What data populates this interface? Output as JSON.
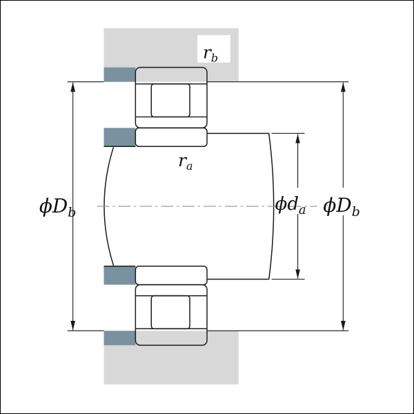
{
  "diagram": {
    "type": "bearing-mounting-dimensions-cross-section",
    "labels": {
      "housing_fillet": {
        "main": "r",
        "sub": "b"
      },
      "shaft_fillet": {
        "main": "r",
        "sub": "a"
      },
      "housing_abutment_left": {
        "main": "ϕD",
        "sub": "b"
      },
      "shaft_abutment": {
        "main": "ϕd",
        "sub": "a"
      },
      "housing_abutment_right": {
        "main": "ϕD",
        "sub": "b"
      }
    },
    "colors": {
      "housing": "#d8d8d8",
      "shoulder": "#7a929f",
      "line": "#1a1a1a",
      "centerline": "#9b9b9b",
      "background": "#ffffff"
    }
  }
}
